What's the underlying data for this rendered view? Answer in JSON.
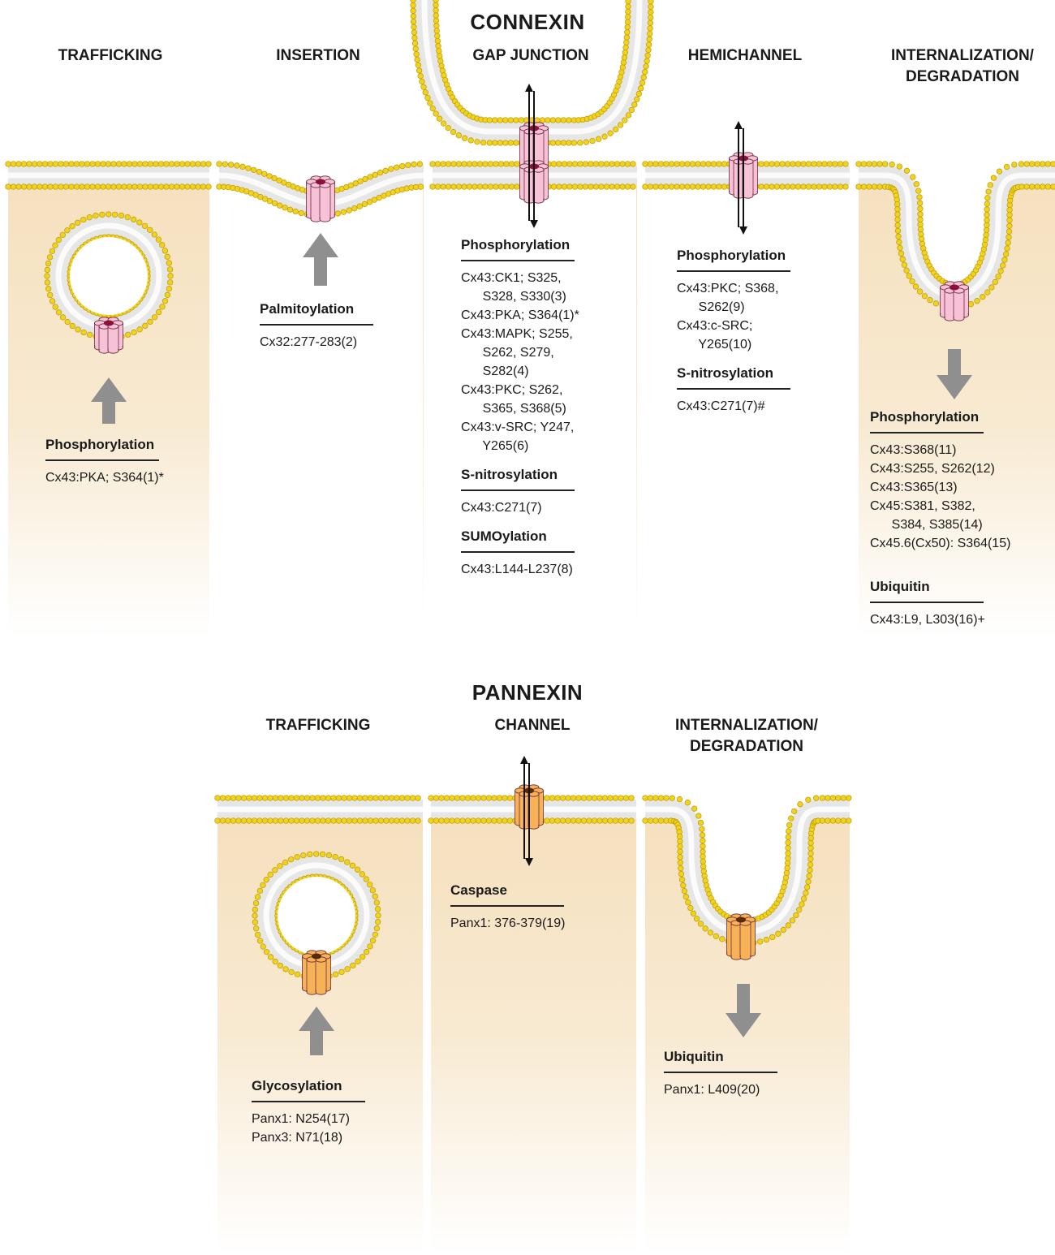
{
  "connexin": {
    "title": "CONNEXIN",
    "columns": {
      "trafficking": "TRAFFICKING",
      "insertion": "INSERTION",
      "gap_junction": "GAP JUNCTION",
      "hemichannel": "HEMICHANNEL",
      "internalization": "INTERNALIZATION/\nDEGRADATION"
    },
    "trafficking": {
      "label": "Phosphorylation",
      "lines": [
        "Cx43:PKA; S364(1)*"
      ]
    },
    "insertion": {
      "label": "Palmitoylation",
      "lines": [
        "Cx32:277-283(2)"
      ]
    },
    "gap_junction": {
      "phos_label": "Phosphorylation",
      "phos_lines": [
        "Cx43:CK1; S325,",
        "      S328, S330(3)",
        "Cx43:PKA; S364(1)*",
        "Cx43:MAPK; S255,",
        "      S262, S279,",
        "      S282(4)",
        "Cx43:PKC; S262,",
        "      S365, S368(5)",
        "Cx43:v-SRC; Y247,",
        "      Y265(6)"
      ],
      "snitro_label": "S-nitrosylation",
      "snitro_lines": [
        "Cx43:C271(7)"
      ],
      "sumo_label": "SUMOylation",
      "sumo_lines": [
        "Cx43:L144-L237(8)"
      ]
    },
    "hemichannel": {
      "phos_label": "Phosphorylation",
      "phos_lines": [
        "Cx43:PKC; S368,",
        "      S262(9)",
        "Cx43:c-SRC;",
        "      Y265(10)"
      ],
      "snitro_label": "S-nitrosylation",
      "snitro_lines": [
        "Cx43:C271(7)#"
      ]
    },
    "internalization": {
      "phos_label": "Phosphorylation",
      "phos_lines": [
        "Cx43:S368(11)",
        "Cx43:S255, S262(12)",
        "Cx43:S365(13)",
        "Cx45:S381, S382,",
        "      S384, S385(14)",
        "Cx45.6(Cx50): S364(15)"
      ],
      "ubi_label": "Ubiquitin",
      "ubi_lines": [
        "Cx43:L9, L303(16)+"
      ]
    }
  },
  "pannexin": {
    "title": "PANNEXIN",
    "columns": {
      "trafficking": "TRAFFICKING",
      "channel": "CHANNEL",
      "internalization": "INTERNALIZATION/\nDEGRADATION"
    },
    "trafficking": {
      "label": "Glycosylation",
      "lines": [
        "Panx1: N254(17)",
        "Panx3: N71(18)"
      ]
    },
    "channel": {
      "label": "Caspase",
      "lines": [
        "Panx1: 376-379(19)"
      ]
    },
    "internalization": {
      "label": "Ubiquitin",
      "lines": [
        "Panx1: L409(20)"
      ]
    }
  },
  "colors": {
    "cytoplasm": "#f5e0bd",
    "lipid_head": "#f2d21c",
    "lipid_tail": "#e6e6e6",
    "connexin_body": "#f7c2d8",
    "connexin_pore": "#8c0f3c",
    "pannexin_body": "#f7b258",
    "pannexin_pore": "#5a2a06",
    "arrow_gray": "#8f8f8f",
    "glow": "#f7c7c1"
  }
}
